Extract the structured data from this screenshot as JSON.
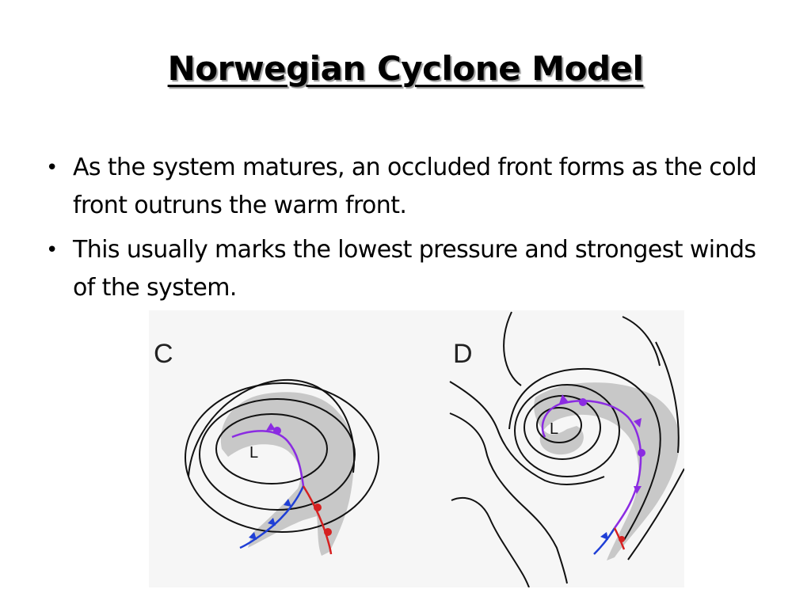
{
  "title": "Norwegian Cyclone Model",
  "bullets": [
    {
      "text": "As the system matures, an occluded front forms as the cold front outruns the warm front."
    },
    {
      "text": "This usually marks the lowest pressure and strongest winds of the system."
    }
  ],
  "figure": {
    "panels": [
      {
        "label": "C",
        "low_label": "L"
      },
      {
        "label": "D",
        "low_label": "L"
      }
    ],
    "colors": {
      "cold_front": "#1f3fd6",
      "warm_front": "#d62020",
      "occluded_front": "#8b2be2",
      "cloud_shading": "#c8c8c8",
      "isobars": "#111111"
    }
  },
  "icons": {
    "bullet": "bullet-dot"
  }
}
